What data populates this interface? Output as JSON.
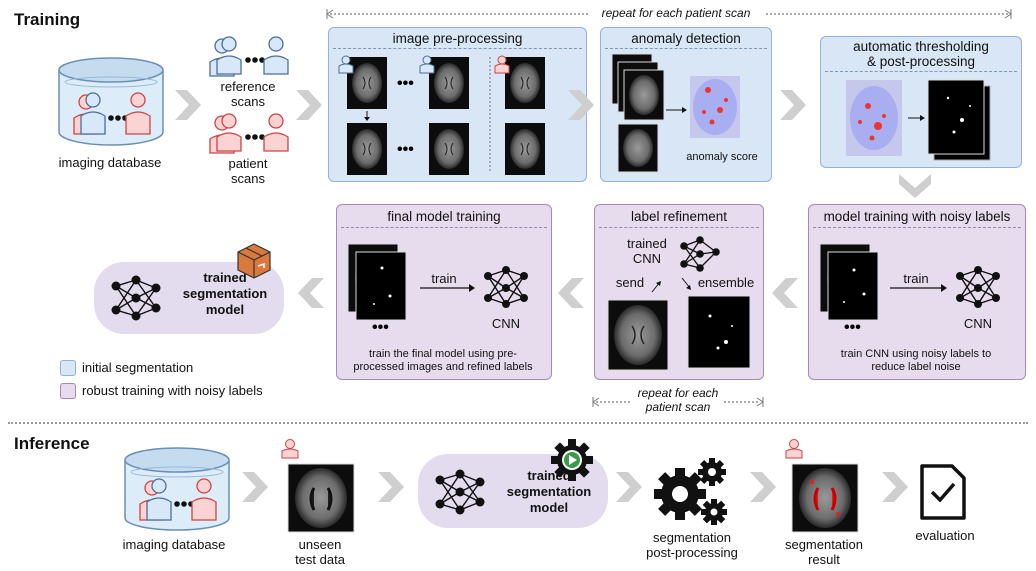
{
  "training": {
    "title": "Training",
    "repeat_top": "repeat for each patient scan",
    "db_label": "imaging database",
    "ref_label": "reference\nscans",
    "ref_label_1": "reference",
    "ref_label_2": "scans",
    "pat_label_1": "patient",
    "pat_label_2": "scans",
    "preproc_title": "image pre-processing",
    "anomaly_title": "anomaly detection",
    "anomaly_score": "anomaly score",
    "thresh_title_1": "automatic thresholding",
    "thresh_title_2": "& post-processing",
    "noisy_title": "model training with noisy labels",
    "noisy_train": "train",
    "noisy_cnn": "CNN",
    "noisy_caption_1": "train CNN using noisy labels to",
    "noisy_caption_2": "reduce label noise",
    "refine_title": "label refinement",
    "refine_trained_1": "trained",
    "refine_trained_2": "CNN",
    "refine_send": "send",
    "refine_ensemble": "ensemble",
    "repeat_bottom_1": "repeat for each",
    "repeat_bottom_2": "patient scan",
    "final_title": "final model training",
    "final_train": "train",
    "final_cnn": "CNN",
    "final_caption_1": "train the final model using pre-",
    "final_caption_2": "processed images and refined labels",
    "trained_model_1": "trained",
    "trained_model_2": "segmentation",
    "trained_model_3": "model",
    "legend_initial": "initial segmentation",
    "legend_robust": "robust training with noisy labels"
  },
  "inference": {
    "title": "Inference",
    "db_label": "imaging database",
    "unseen_1": "unseen",
    "unseen_2": "test data",
    "model_1": "trained",
    "model_2": "segmentation",
    "model_3": "model",
    "post_1": "segmentation",
    "post_2": "post-processing",
    "result_1": "segmentation",
    "result_2": "result",
    "eval": "evaluation"
  },
  "colors": {
    "blue_panel": "#d8e6f5",
    "purple_panel": "#e6dcee",
    "patient_red": "#e8a0a0",
    "reference_blue": "#a9c4e4"
  }
}
